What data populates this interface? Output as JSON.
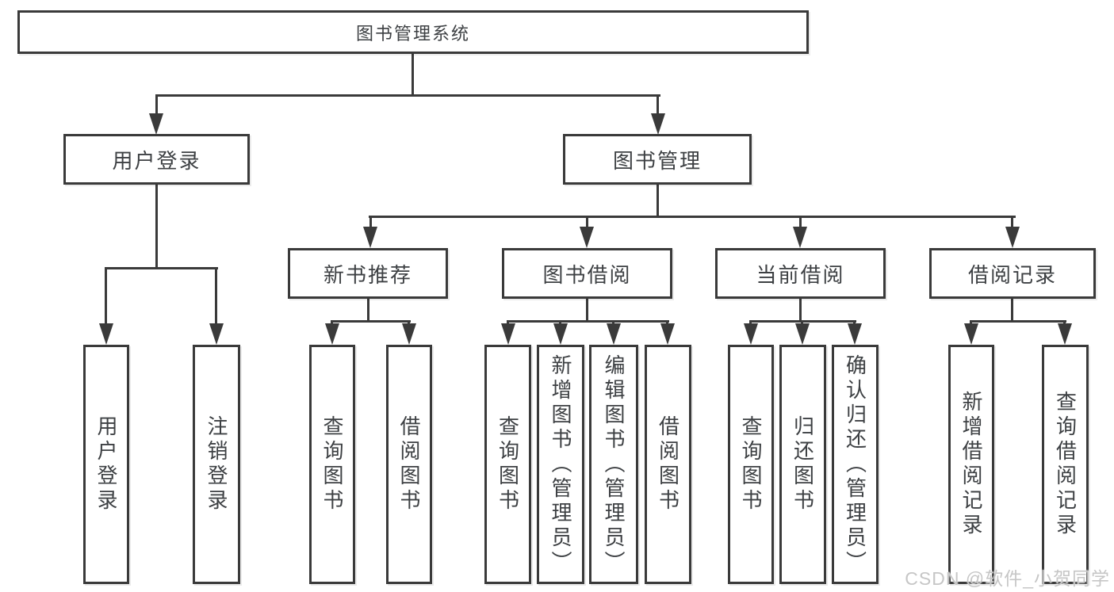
{
  "diagram": {
    "type": "hierarchy-tree",
    "root": "图书管理系统",
    "children": [
      {
        "label": "用户登录",
        "leaves": [
          "用户登录",
          "注销登录"
        ]
      },
      {
        "label": "图书管理",
        "children": [
          {
            "label": "新书推荐",
            "leaves": [
              "查询图书",
              "借阅图书"
            ]
          },
          {
            "label": "图书借阅",
            "leaves": [
              "查询图书",
              "新增图书（管理员）",
              "编辑图书（管理员）",
              "借阅图书"
            ]
          },
          {
            "label": "当前借阅",
            "leaves": [
              "查询图书",
              "归还图书",
              "确认归还（管理员）"
            ]
          },
          {
            "label": "借阅记录",
            "leaves": [
              "新增借阅记录",
              "查询借阅记录"
            ]
          }
        ]
      }
    ]
  },
  "colors": {
    "line": "#3a3a3a",
    "text": "#3d4043",
    "background": "#ffffff"
  },
  "watermark": {
    "text": "CSDN @软件_小贺同学"
  }
}
